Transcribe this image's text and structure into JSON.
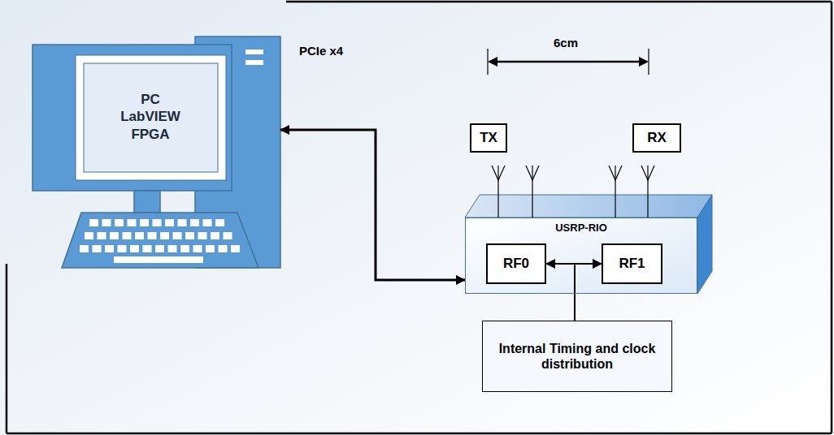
{
  "diagram": {
    "nodes": [
      {
        "text": [
          "PC LabVIEW FPGA"
        ]
      },
      {
        "text": [
          "TX"
        ]
      },
      {
        "text": [
          "RX"
        ]
      },
      {
        "text": [
          "USRP-RIO"
        ]
      },
      {
        "text": [
          "RF0"
        ],
        "in": 3
      },
      {
        "text": [
          "RF1"
        ],
        "in": 3
      },
      {
        "text": [
          "Internal Timing and clock distribution"
        ]
      }
    ],
    "edges": [
      {
        "from": 0,
        "to": 3,
        "arrow": "both"
      },
      {
        "from": 4,
        "to": 5,
        "arrow": "both"
      }
    ],
    "labels": [
      "PCIe x4",
      "6cm"
    ]
  }
}
